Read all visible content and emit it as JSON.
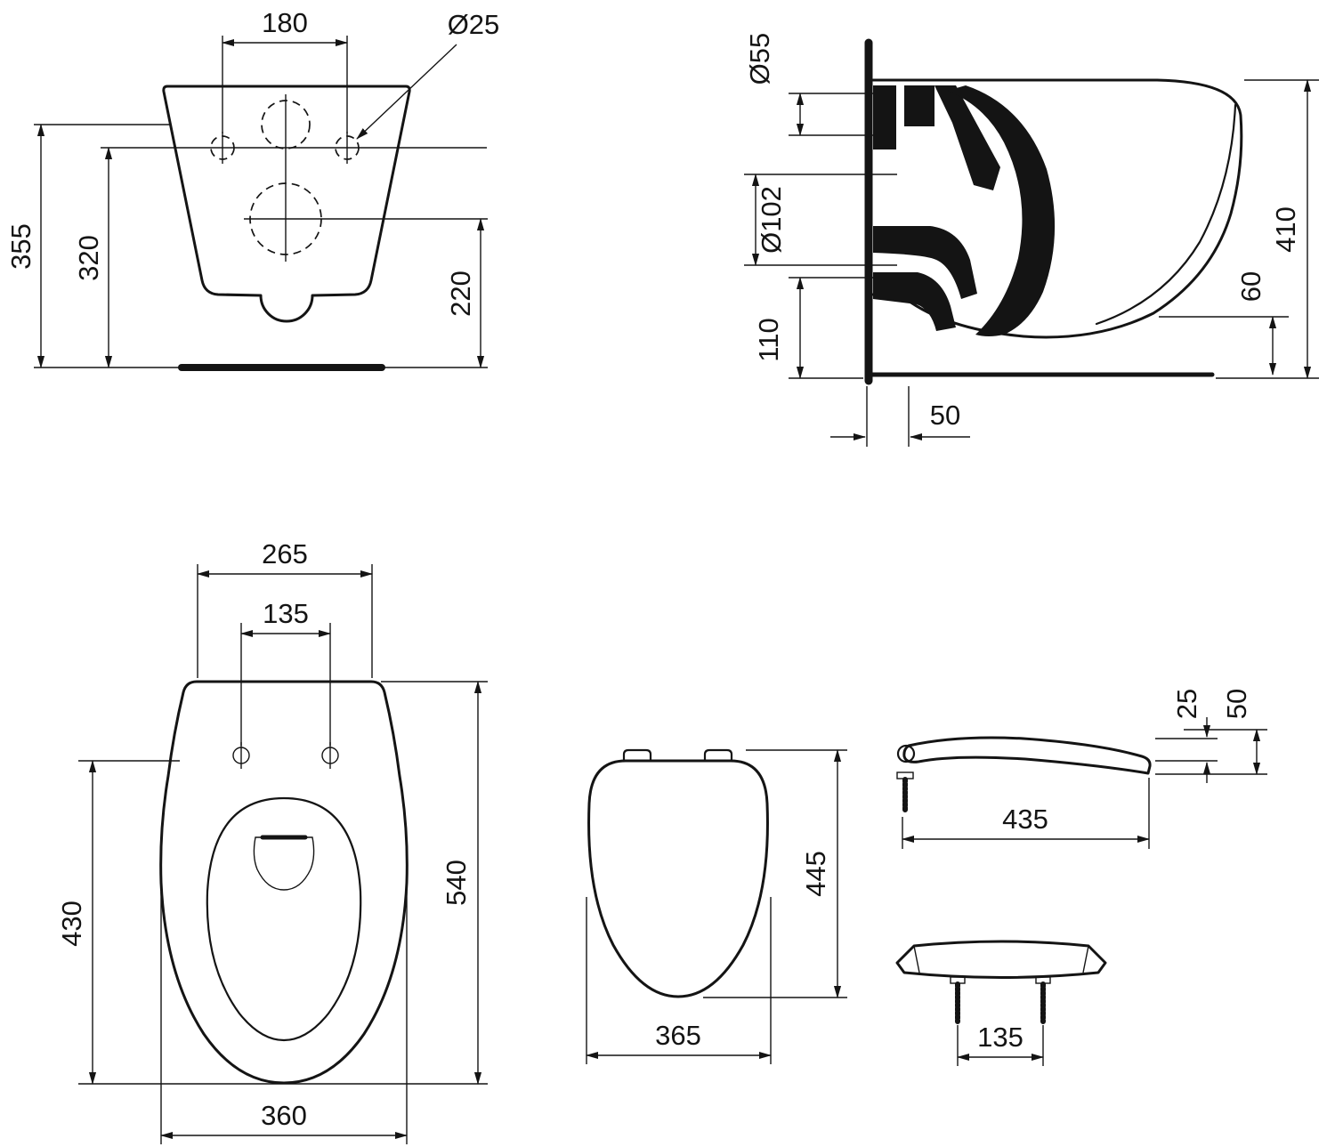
{
  "page": {
    "background": "#ffffff",
    "line_color": "#141414",
    "description": "Technical dimension drawing of a wall-hung WC pan and seat, four orthographic views"
  },
  "views": {
    "front": {
      "dims": {
        "hole_spacing": "180",
        "hole_diameter": "Ø25",
        "total_height": "355",
        "hole_height": "320",
        "outlet_height": "220"
      }
    },
    "side": {
      "dims": {
        "inlet_diameter": "Ø55",
        "outlet_diameter": "Ø102",
        "outlet_bottom_height": "110",
        "wall_offset": "50",
        "total_height": "410",
        "underside_clearance": "60"
      }
    },
    "plan": {
      "dims": {
        "back_width": "265",
        "hinge_hole_spacing": "135",
        "bowl_depth": "430",
        "total_depth": "540",
        "bowl_width": "360"
      }
    },
    "seat_plan": {
      "dims": {
        "depth": "445",
        "width": "365"
      }
    },
    "seat_side": {
      "dims": {
        "front_thickness": "25",
        "total_height": "50",
        "length": "435"
      }
    },
    "seat_front": {
      "dims": {
        "bolt_spacing": "135"
      }
    }
  }
}
